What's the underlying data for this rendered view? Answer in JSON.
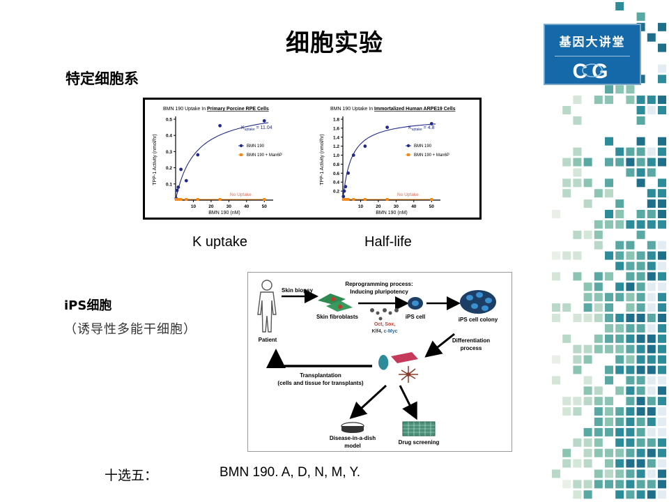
{
  "slide": {
    "title": "细胞实验",
    "subtitle": "特定细胞系",
    "logo_text": "基因大讲堂",
    "logo_mark": "CG",
    "caption_left": "K uptake",
    "caption_right": "Half-life",
    "ips_label": "iPS细胞",
    "ips_note": "（诱导性多能干细胞）",
    "footer_label": "十选五：",
    "footer_text": "BMN 190. A, D, N, M, Y."
  },
  "colors": {
    "accent": "#1669a8",
    "teal": "#2e8b9a",
    "series1": "#1f2a8a",
    "series2": "#f28a1e",
    "no_uptake": "#e8604b"
  },
  "chart_data": [
    {
      "type": "scatter",
      "title_prefix": "BMN 190 Uptake In ",
      "title_emph": "Primary Porcine RPE Cells",
      "xlabel": "BMN 190 (nM)",
      "ylabel": "TPP-1 Activity (nmol/hr)",
      "xlim": [
        0,
        55
      ],
      "ylim": [
        0,
        0.5
      ],
      "xticks": [
        10,
        20,
        30,
        40,
        50
      ],
      "yticks": [
        0.1,
        0.2,
        0.3,
        0.4,
        0.5
      ],
      "xticks_text": [
        "10",
        "20",
        "30",
        "40",
        "50"
      ],
      "yticks_text": [
        "0.1",
        "0.2",
        "0.3",
        "0.4",
        "0.5"
      ],
      "kuptake_label": "K",
      "kuptake_sub": "uptake",
      "kuptake_value": " = 11.04",
      "kuptake": 11.04,
      "vmax": 0.58,
      "no_uptake_label": "No Uptake",
      "series": [
        {
          "name": "BMN 190",
          "x": [
            0.3,
            0.8,
            1.5,
            3,
            6,
            12.5,
            25,
            50
          ],
          "y": [
            0.01,
            0.06,
            0.08,
            0.19,
            0.12,
            0.28,
            0.46,
            0.49
          ]
        },
        {
          "name": "BMN 190 + Man6P",
          "x": [
            0.3,
            0.8,
            1.5,
            3,
            6,
            12.5,
            25,
            50
          ],
          "y": [
            0,
            0,
            0,
            0,
            0,
            0,
            0,
            0
          ]
        }
      ]
    },
    {
      "type": "scatter",
      "title_prefix": "BMN 190 Uptake In ",
      "title_emph": "Immortalized Human ARPE19 Cells",
      "xlabel": "BMN 190 (nM)",
      "ylabel": "TPP-1 Activity (nmol/hr)",
      "xlim": [
        0,
        55
      ],
      "ylim": [
        0,
        1.8
      ],
      "xticks": [
        10,
        20,
        30,
        40,
        50
      ],
      "yticks": [
        0.2,
        0.4,
        0.6,
        0.8,
        1.0,
        1.2,
        1.4,
        1.6,
        1.8
      ],
      "xticks_text": [
        "10",
        "20",
        "30",
        "40",
        "50"
      ],
      "yticks_text": [
        "0.2",
        "0.4",
        "0.6",
        "0.8",
        "1.0",
        "1.2",
        "1.4",
        "1.6",
        "1.8"
      ],
      "kuptake_label": "K",
      "kuptake_sub": "uptake",
      "kuptake_value": " = 4.8",
      "kuptake": 4.8,
      "vmax": 1.85,
      "no_uptake_label": "No Uptake",
      "series": [
        {
          "name": "BMN 190",
          "x": [
            0.3,
            0.8,
            1.5,
            3,
            6,
            12.5,
            25,
            50
          ],
          "y": [
            0.08,
            0.2,
            0.3,
            0.6,
            1.0,
            1.2,
            1.62,
            1.7
          ]
        },
        {
          "name": "BMN 190 + Man6P",
          "x": [
            0.3,
            0.8,
            1.5,
            3,
            6,
            12.5,
            25,
            50
          ],
          "y": [
            0,
            0,
            0,
            0,
            0,
            0,
            0,
            0
          ]
        }
      ]
    }
  ],
  "diagram": {
    "patient": "Patient",
    "skin_biopsy": "Skin biopsy",
    "skin_fibroblasts": "Skin fibroblasts",
    "reprog_line1": "Reprogramming process:",
    "reprog_line2": "Inducing pluripotency",
    "factors_1": "Oct, Sox,",
    "factors_2a": "Klf4, ",
    "factors_2b": "c-Myc",
    "ips_cell": "iPS cell",
    "ips_colony": "iPS cell colony",
    "diff_line1": "Differentiation",
    "diff_line2": "process",
    "transplant_line1": "Transplantation",
    "transplant_line2": "(cells and tissue for transplants)",
    "disease_line1": "Disease-in-a-dish",
    "disease_line2": "model",
    "drug": "Drug screening"
  }
}
